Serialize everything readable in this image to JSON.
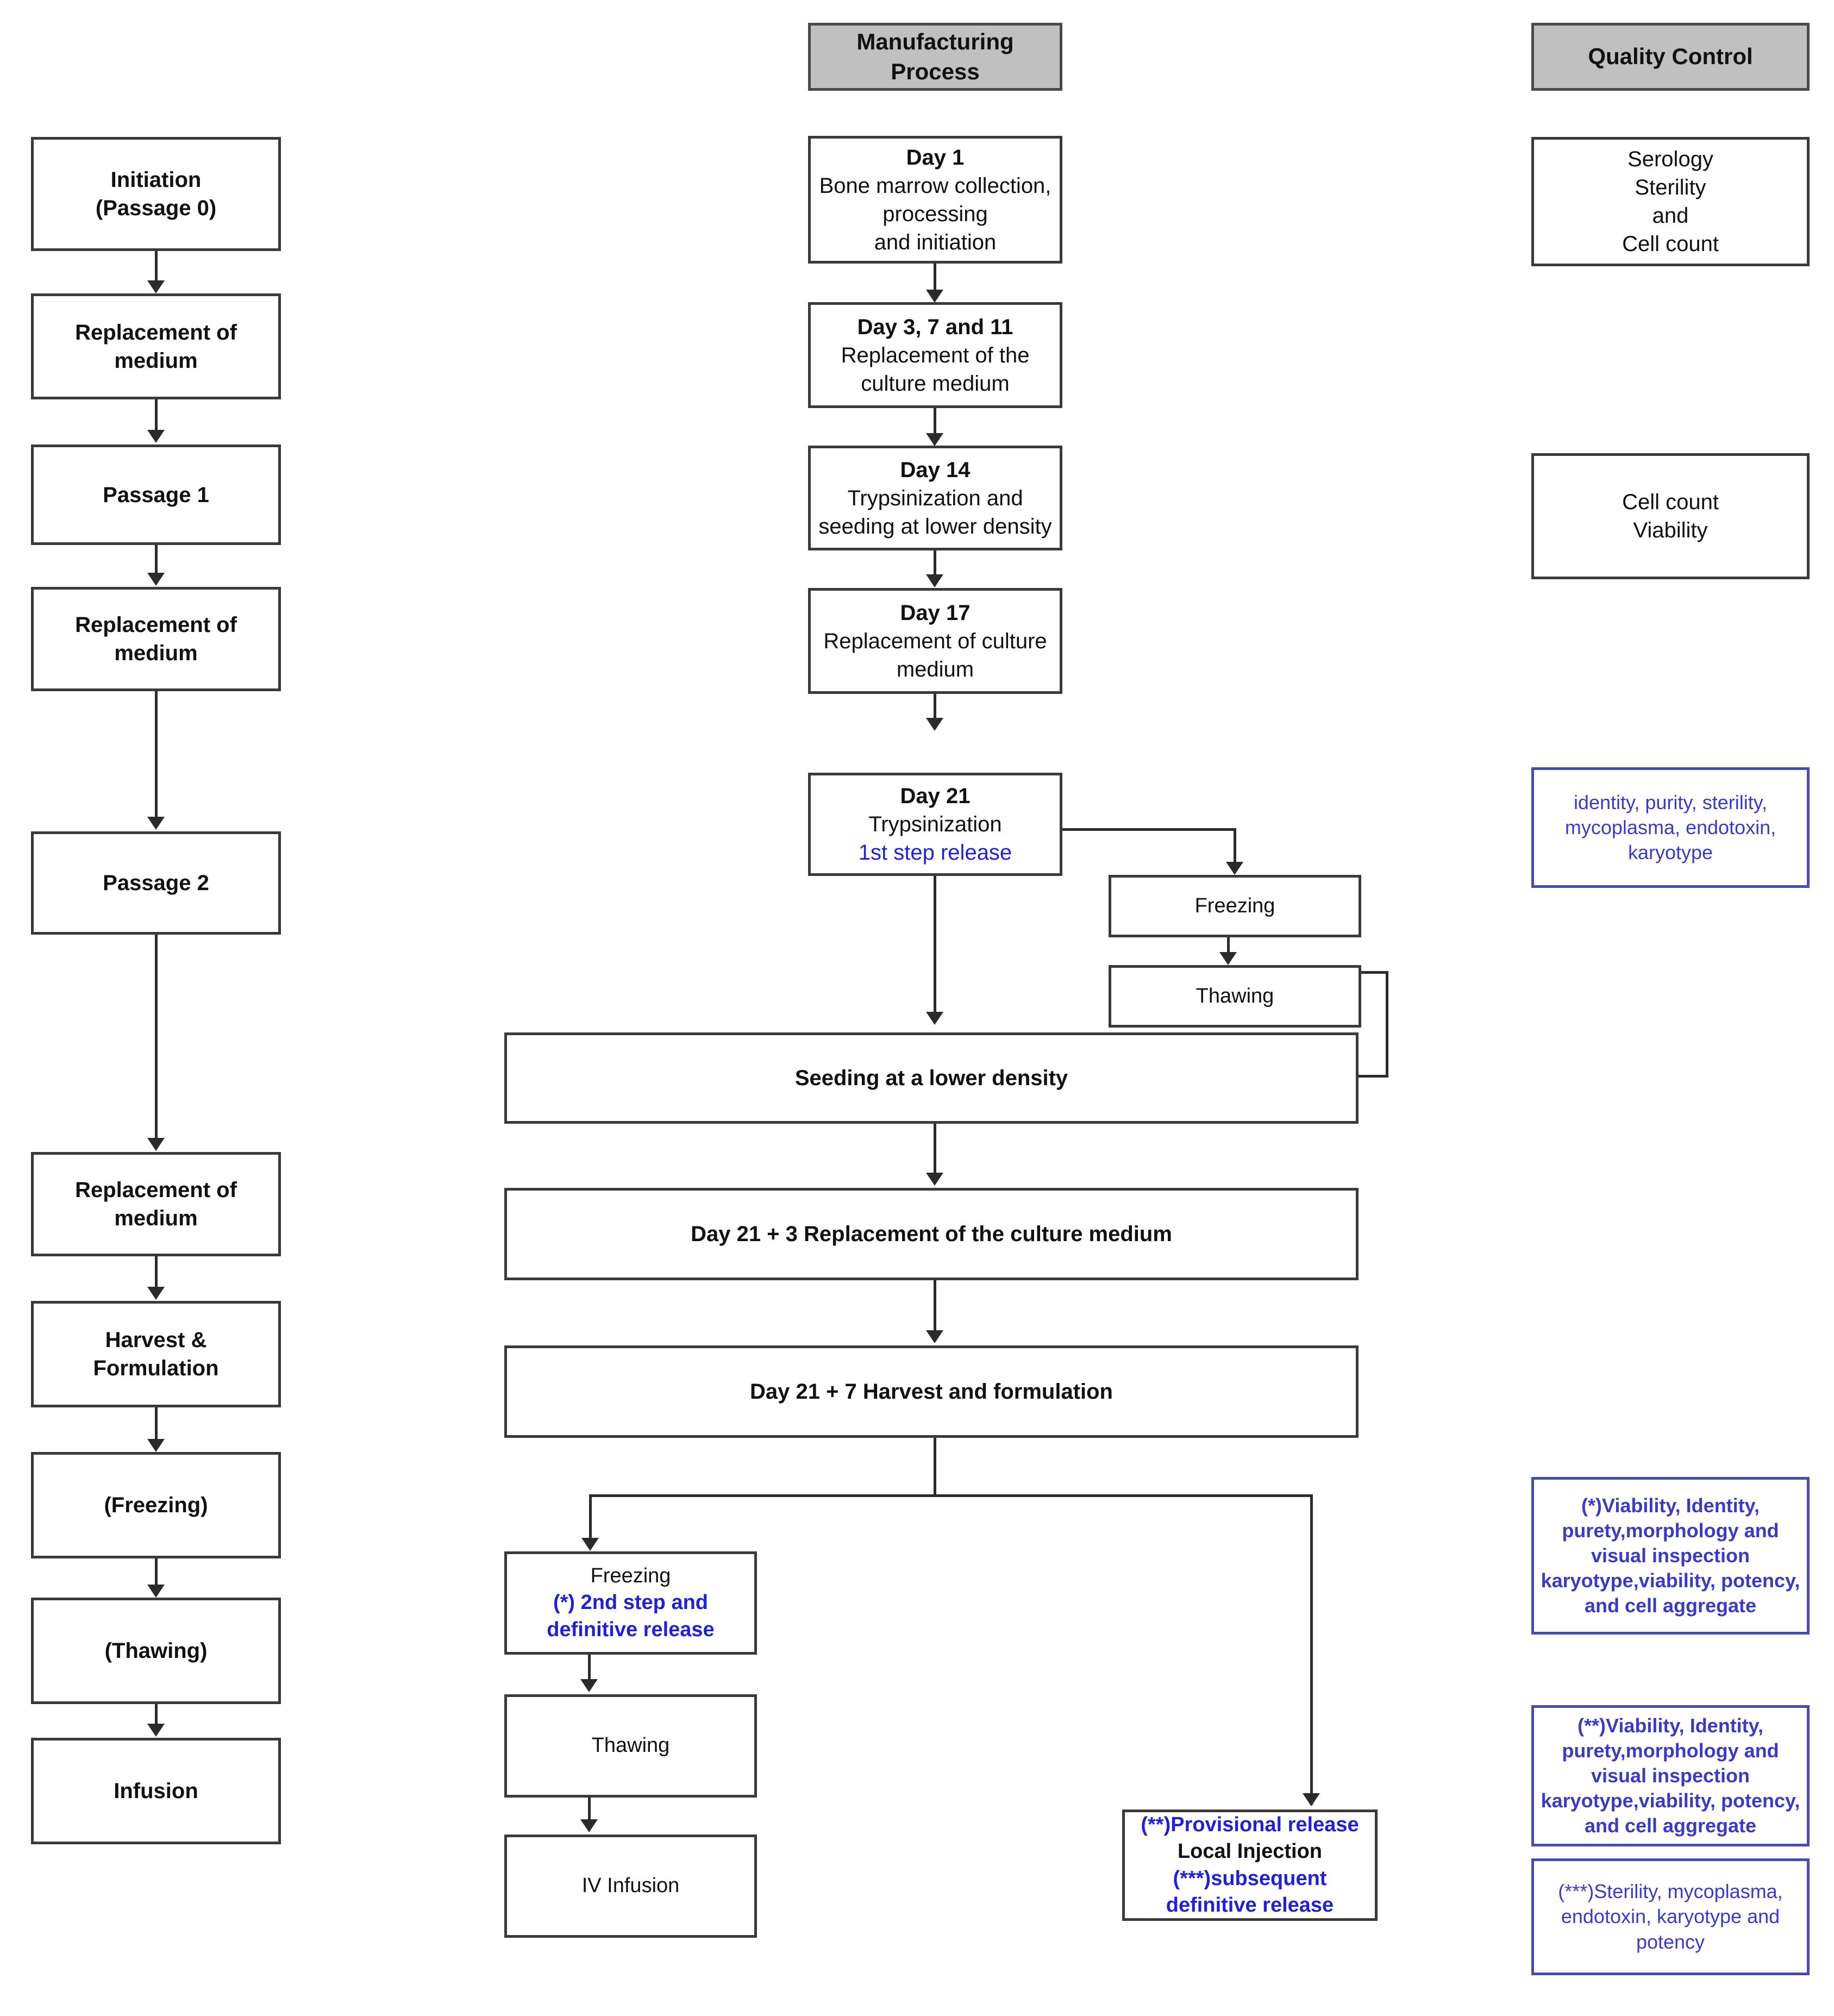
{
  "headers": {
    "manufacturing": "Manufacturing\nProcess",
    "manufacturing_line1": "Manufacturing",
    "manufacturing_line2": "Process",
    "quality_control": "Quality Control"
  },
  "colors": {
    "header_fill": "#c0c0c0",
    "box_border": "#3a3a3a",
    "blue_text": "#2222cc",
    "qc_blue_border": "#4a4aa8",
    "qc_blue_text": "#3b3bbb",
    "line": "#2b2b2b",
    "background": "#ffffff"
  },
  "left_column": {
    "steps": [
      {
        "label": "Initiation\n(Passage 0)",
        "line1": "Initiation",
        "line2": "(Passage 0)"
      },
      {
        "label": "Replacement of\nmedium",
        "line1": "Replacement of",
        "line2": "medium"
      },
      {
        "label": "Passage 1",
        "line1": "Passage 1",
        "line2": ""
      },
      {
        "label": "Replacement of\nmedium",
        "line1": "Replacement of",
        "line2": "medium"
      },
      {
        "label": "Passage 2",
        "line1": "Passage 2",
        "line2": ""
      },
      {
        "label": "Replacement of\nmedium",
        "line1": "Replacement of",
        "line2": "medium"
      },
      {
        "label": "Harvest &\nFormulation",
        "line1": "Harvest &",
        "line2": "Formulation"
      },
      {
        "label": "(Freezing)",
        "line1": "(Freezing)",
        "line2": ""
      },
      {
        "label": "(Thawing)",
        "line1": "(Thawing)",
        "line2": ""
      },
      {
        "label": "Infusion",
        "line1": "Infusion",
        "line2": ""
      }
    ]
  },
  "center_column": {
    "day1": {
      "title": "Day 1",
      "l1": "Bone marrow collection,",
      "l2": "processing",
      "l3": "and initiation"
    },
    "day3_7_11": {
      "title": "Day 3, 7 and 11",
      "l1": "Replacement of the",
      "l2": "culture medium"
    },
    "day14": {
      "title": "Day 14",
      "l1": "Trypsinization and",
      "l2": "seeding at lower density"
    },
    "day17": {
      "title": "Day 17",
      "l1": "Replacement of culture",
      "l2": "medium"
    },
    "day21": {
      "title": "Day 21",
      "l1": "Trypsinization",
      "l2_blue": "1st step release"
    },
    "freezing_top": "Freezing",
    "thawing_top": "Thawing",
    "seeding": "Seeding at a lower density",
    "day21p3": "Day 21 + 3 Replacement of the culture medium",
    "day21p7": "Day 21 + 7 Harvest and formulation",
    "freezing_bottom": {
      "l1": "Freezing",
      "l2_blue": "(*) 2nd step and",
      "l3_blue": "definitive release"
    },
    "thawing_bottom": "Thawing",
    "iv_infusion": "IV Infusion",
    "provisional": {
      "l1_blue": "(**)Provisional  release",
      "l2": "Local Injection",
      "l3_blue": "(***)subsequent",
      "l4_blue": "definitive release"
    }
  },
  "quality_control": {
    "qc1": {
      "l1": "Serology",
      "l2": "Sterility",
      "l3": "and",
      "l4": "Cell count"
    },
    "qc2": {
      "l1": "Cell count",
      "l2": "Viability"
    },
    "qc3": {
      "l1": "identity, purity, sterility,",
      "l2": "mycoplasma, endotoxin,",
      "l3": "karyotype"
    },
    "qc4": {
      "l1": "(*)Viability, Identity,",
      "l2": "purety,morphology and",
      "l3": "visual inspection",
      "l4": "karyotype,viability, potency,",
      "l5": "and cell aggregate"
    },
    "qc5": {
      "l1": "(**)Viability, Identity,",
      "l2": "purety,morphology and",
      "l3": "visual inspection",
      "l4": "karyotype,viability, potency,",
      "l5": "and cell aggregate"
    },
    "qc6": {
      "l1": "(***)Sterility, mycoplasma,",
      "l2": "endotoxin, karyotype and",
      "l3": "potency"
    }
  }
}
